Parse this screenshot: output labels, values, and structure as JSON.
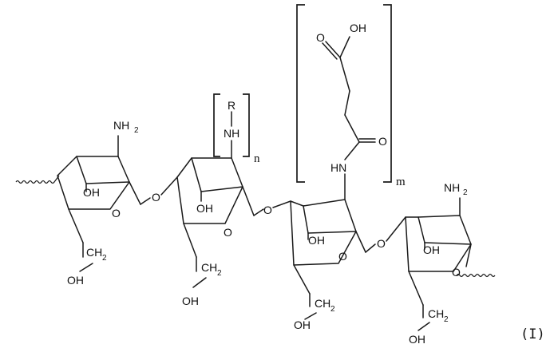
{
  "structure": {
    "formula_label": "(I)",
    "units": [
      {
        "substituent_main": "NH",
        "substituent_sub": "2",
        "ring_oh": "OH",
        "ring_oxygen": "O",
        "side_ch": "CH",
        "side_ch_sub": "2",
        "side_oh": "OH"
      },
      {
        "substituent_main": "NH",
        "substituent_r": "R",
        "ring_oh": "OH",
        "ring_oxygen": "O",
        "side_ch": "CH",
        "side_ch_sub": "2",
        "side_oh": "OH"
      },
      {
        "substituent_main": "HN",
        "chain_ketone_o": "O",
        "chain_acid_o": "O",
        "chain_acid_oh": "OH",
        "ring_oh": "OH",
        "ring_oxygen": "O",
        "side_ch": "CH",
        "side_ch_sub": "2",
        "side_oh": "OH"
      },
      {
        "substituent_main": "NH",
        "substituent_sub": "2",
        "ring_oh": "OH",
        "ring_oxygen": "O",
        "side_ch": "CH",
        "side_ch_sub": "2",
        "side_oh": "OH"
      }
    ],
    "linkages": [
      "O",
      "O",
      "O"
    ],
    "repeat_index_n": "n",
    "repeat_index_m": "m"
  }
}
